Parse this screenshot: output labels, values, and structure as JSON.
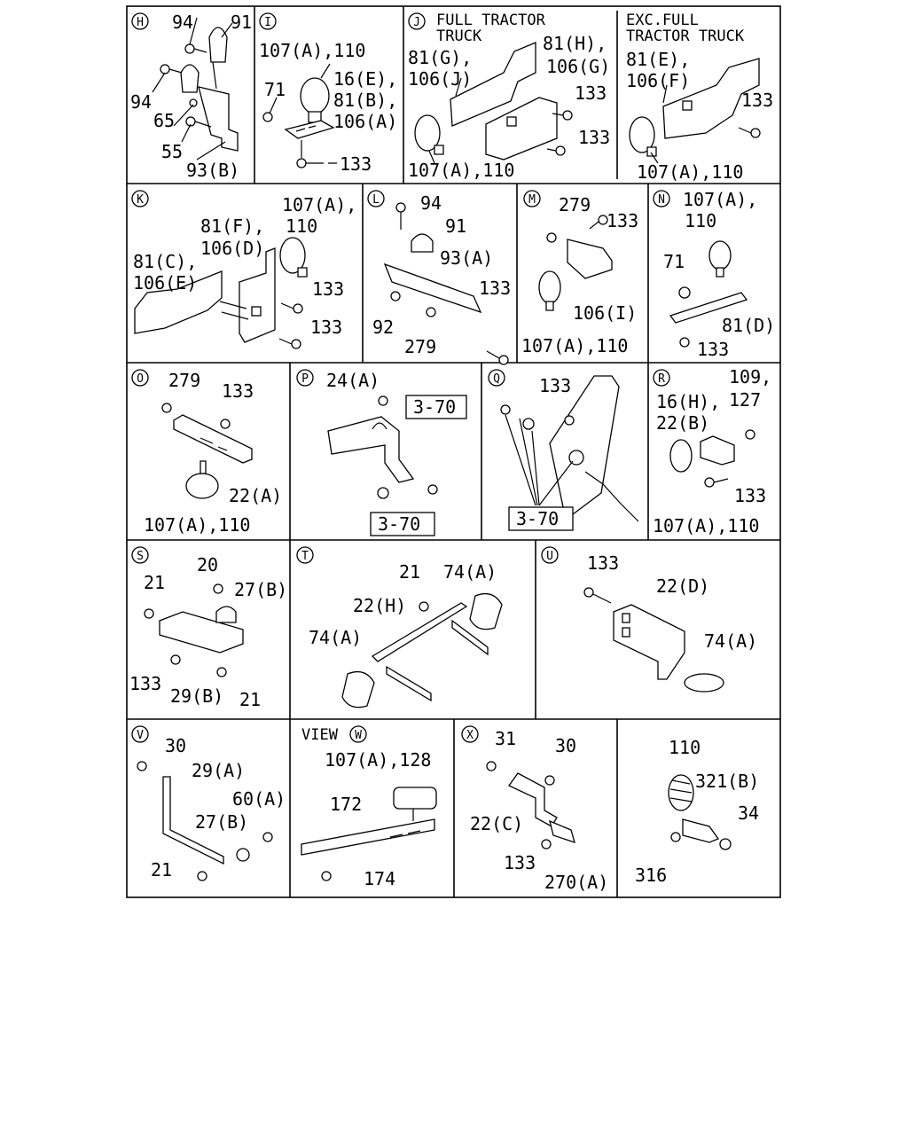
{
  "panels": {
    "H": {
      "letter": "H",
      "labels": [
        "94",
        "91",
        "94",
        "65",
        "55",
        "93(B)"
      ]
    },
    "I": {
      "letter": "I",
      "labels": [
        "107(A),110",
        "16(E),",
        "71",
        "81(B),",
        "106(A)",
        "133"
      ]
    },
    "J": {
      "letter": "J",
      "header": [
        "FULL TRACTOR",
        "TRUCK"
      ],
      "labels": [
        "81(H),",
        "81(G),",
        "106(G)",
        "106(J)",
        "133",
        "133",
        "107(A),110"
      ]
    },
    "J2": {
      "header": [
        "EXC.FULL",
        "TRACTOR TRUCK"
      ],
      "labels": [
        "81(E),",
        "106(F)",
        "133",
        "107(A),110"
      ]
    },
    "K": {
      "letter": "K",
      "labels": [
        "107(A),",
        "81(F),",
        "110",
        "106(D)",
        "81(C),",
        "106(E)",
        "133",
        "133"
      ]
    },
    "L": {
      "letter": "L",
      "labels": [
        "94",
        "91",
        "93(A)",
        "133",
        "92",
        "279"
      ]
    },
    "M": {
      "letter": "M",
      "labels": [
        "279",
        "133",
        "106(I)",
        "107(A),110"
      ]
    },
    "N": {
      "letter": "N",
      "labels": [
        "107(A),",
        "110",
        "71",
        "81(D)",
        "133"
      ]
    },
    "O": {
      "letter": "O",
      "labels": [
        "279",
        "133",
        "22(A)",
        "107(A),110"
      ]
    },
    "P": {
      "letter": "P",
      "labels": [
        "24(A)",
        "3-70",
        "3-70"
      ]
    },
    "Q": {
      "letter": "Q",
      "labels": [
        "133",
        "3-70"
      ]
    },
    "R": {
      "letter": "R",
      "labels": [
        "109,",
        "16(H),",
        "127",
        "22(B)",
        "133",
        "107(A),110"
      ]
    },
    "S": {
      "letter": "S",
      "labels": [
        "20",
        "21",
        "27(B)",
        "133",
        "29(B)",
        "21"
      ]
    },
    "T": {
      "letter": "T",
      "labels": [
        "21",
        "74(A)",
        "22(H)",
        "74(A)"
      ]
    },
    "U": {
      "letter": "U",
      "labels": [
        "133",
        "22(D)",
        "74(A)"
      ]
    },
    "V": {
      "letter": "V",
      "labels": [
        "30",
        "29(A)",
        "60(A)",
        "27(B)",
        "21"
      ]
    },
    "W": {
      "view": "VIEW",
      "letter": "W",
      "labels": [
        "107(A),128",
        "172",
        "174"
      ]
    },
    "X": {
      "letter": "X",
      "labels": [
        "31",
        "30",
        "22(C)",
        "133",
        "270(A)"
      ]
    },
    "Y": {
      "labels": [
        "110",
        "321(B)",
        "34",
        "316"
      ]
    }
  }
}
